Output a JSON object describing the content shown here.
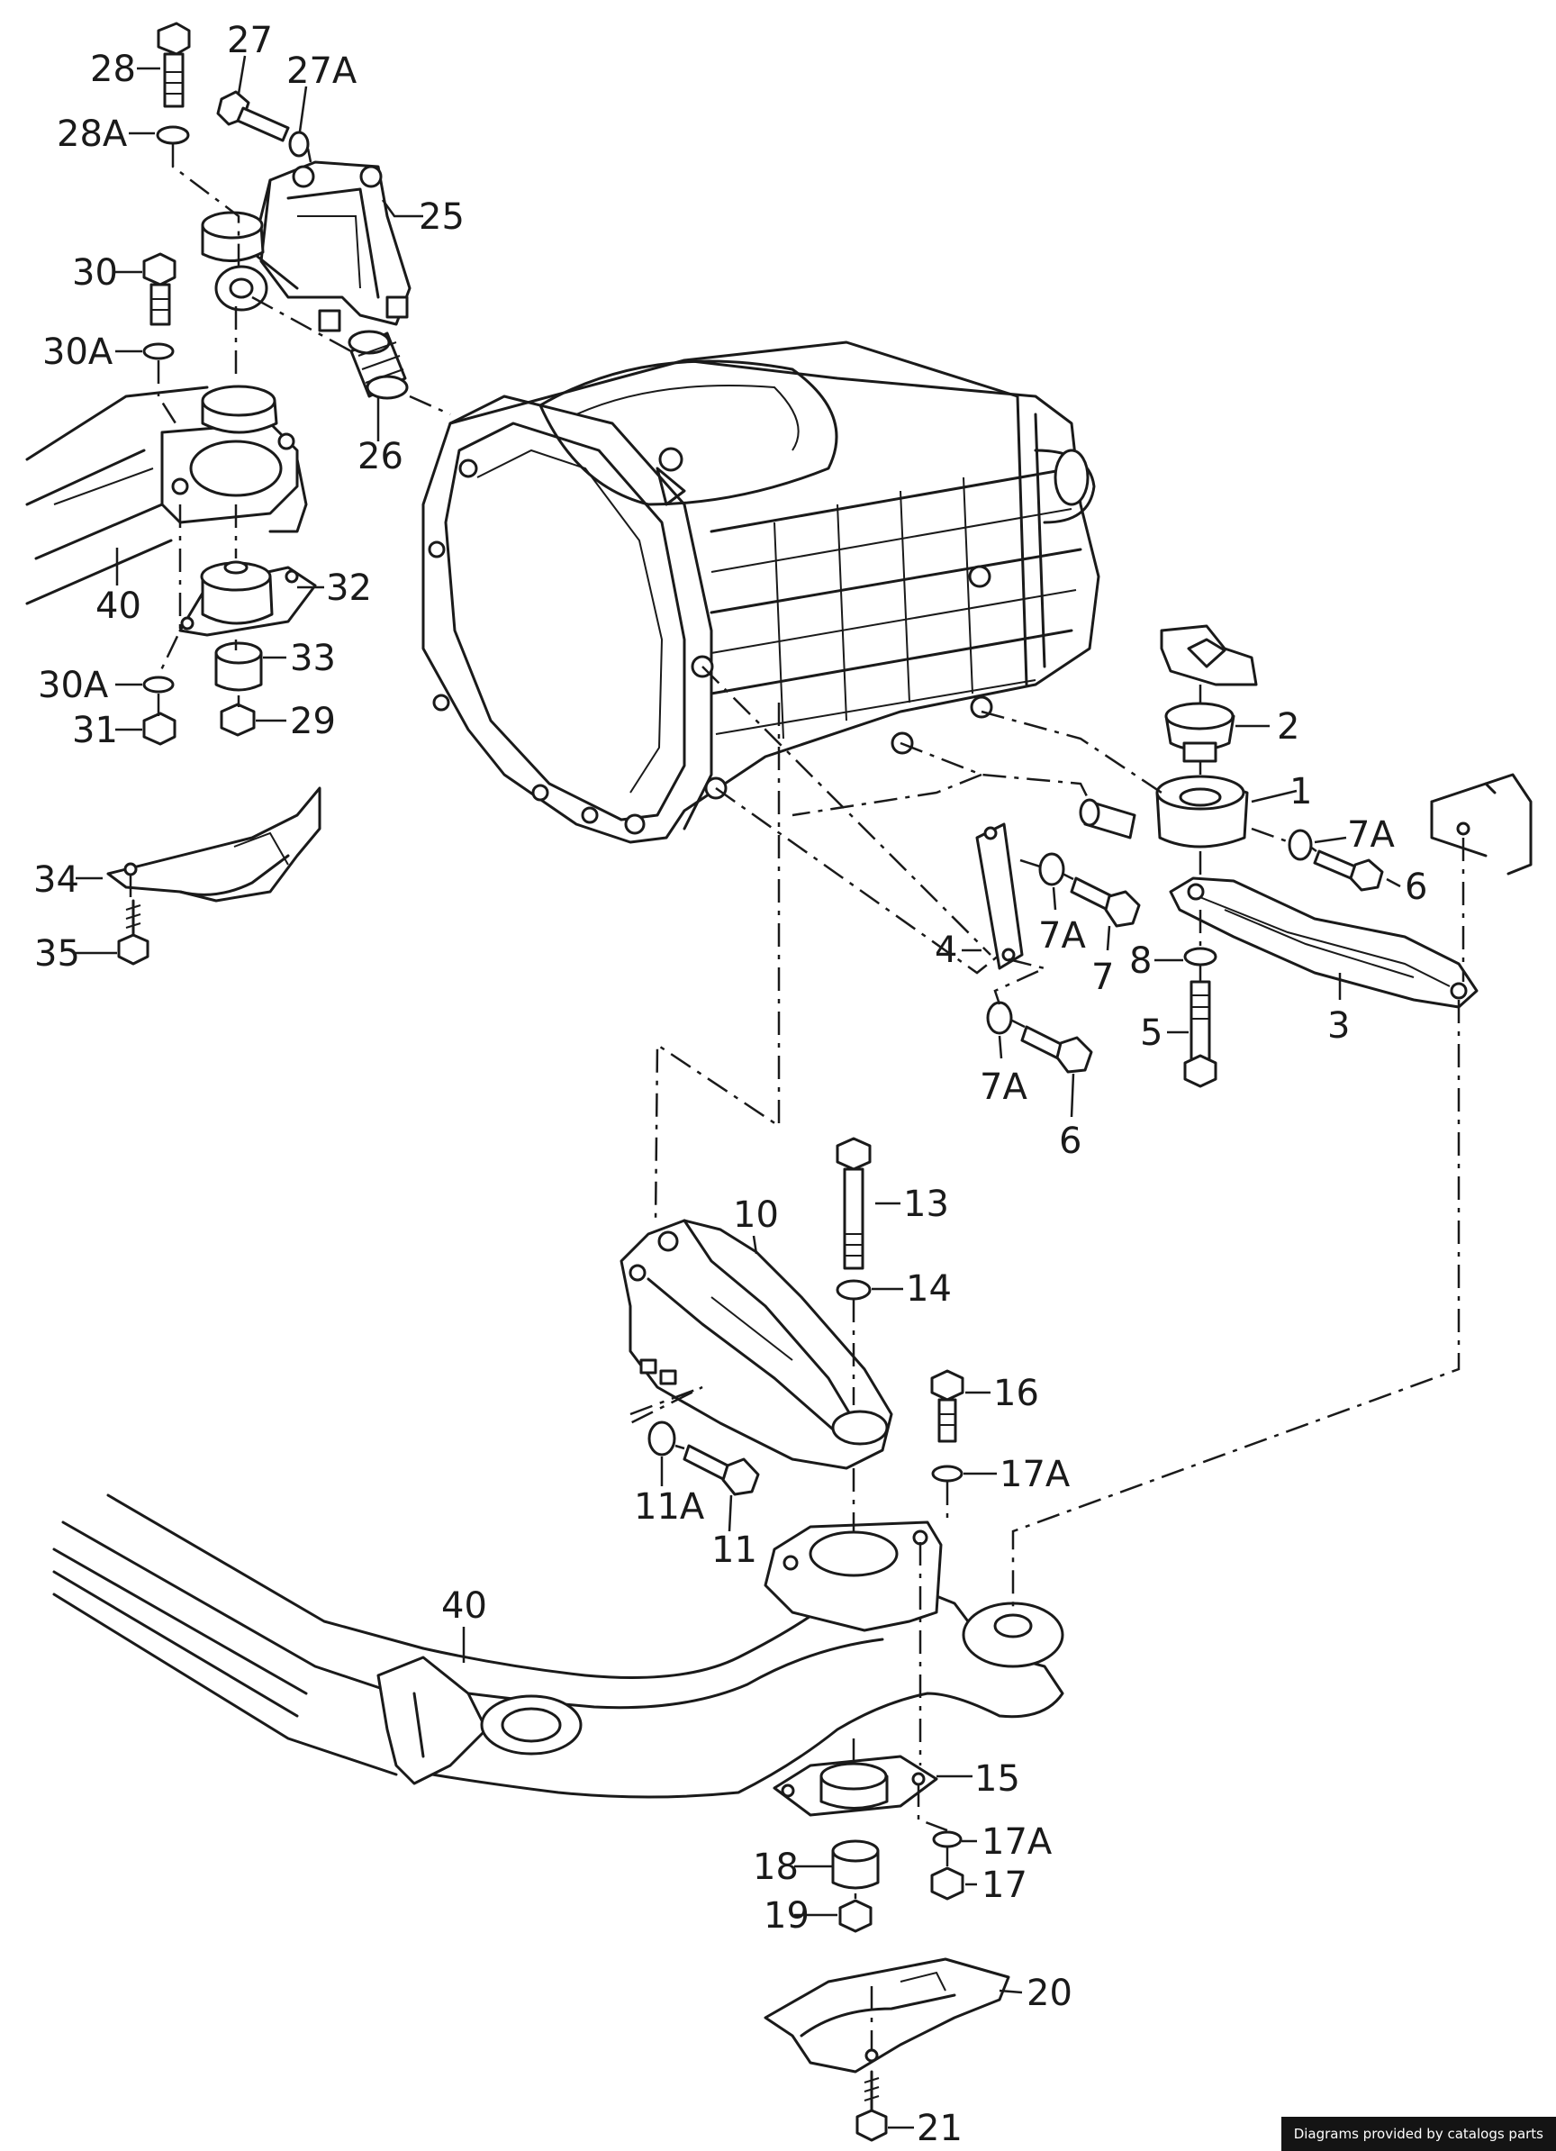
{
  "callouts": [
    {
      "id": "28",
      "label": "28"
    },
    {
      "id": "27",
      "label": "27"
    },
    {
      "id": "27A",
      "label": "27A"
    },
    {
      "id": "28A",
      "label": "28A"
    },
    {
      "id": "25",
      "label": "25"
    },
    {
      "id": "30",
      "label": "30"
    },
    {
      "id": "30A_top",
      "label": "30A"
    },
    {
      "id": "26",
      "label": "26"
    },
    {
      "id": "40_left",
      "label": "40"
    },
    {
      "id": "32",
      "label": "32"
    },
    {
      "id": "33",
      "label": "33"
    },
    {
      "id": "30A_bottom",
      "label": "30A"
    },
    {
      "id": "31",
      "label": "31"
    },
    {
      "id": "29",
      "label": "29"
    },
    {
      "id": "34",
      "label": "34"
    },
    {
      "id": "35",
      "label": "35"
    },
    {
      "id": "2",
      "label": "2"
    },
    {
      "id": "1",
      "label": "1"
    },
    {
      "id": "7A_right",
      "label": "7A"
    },
    {
      "id": "6_right",
      "label": "6"
    },
    {
      "id": "7A_mid",
      "label": "7A"
    },
    {
      "id": "7",
      "label": "7"
    },
    {
      "id": "4",
      "label": "4"
    },
    {
      "id": "8",
      "label": "8"
    },
    {
      "id": "3",
      "label": "3"
    },
    {
      "id": "5",
      "label": "5"
    },
    {
      "id": "7A_low",
      "label": "7A"
    },
    {
      "id": "6_low",
      "label": "6"
    },
    {
      "id": "13",
      "label": "13"
    },
    {
      "id": "10",
      "label": "10"
    },
    {
      "id": "14",
      "label": "14"
    },
    {
      "id": "16",
      "label": "16"
    },
    {
      "id": "17A_top",
      "label": "17A"
    },
    {
      "id": "11A",
      "label": "11A"
    },
    {
      "id": "11",
      "label": "11"
    },
    {
      "id": "40_bottom",
      "label": "40"
    },
    {
      "id": "15",
      "label": "15"
    },
    {
      "id": "17A_bottom",
      "label": "17A"
    },
    {
      "id": "18",
      "label": "18"
    },
    {
      "id": "17",
      "label": "17"
    },
    {
      "id": "19",
      "label": "19"
    },
    {
      "id": "20",
      "label": "20"
    },
    {
      "id": "21",
      "label": "21"
    }
  ],
  "footer": {
    "credit": "Diagrams provided by catalogs parts"
  }
}
